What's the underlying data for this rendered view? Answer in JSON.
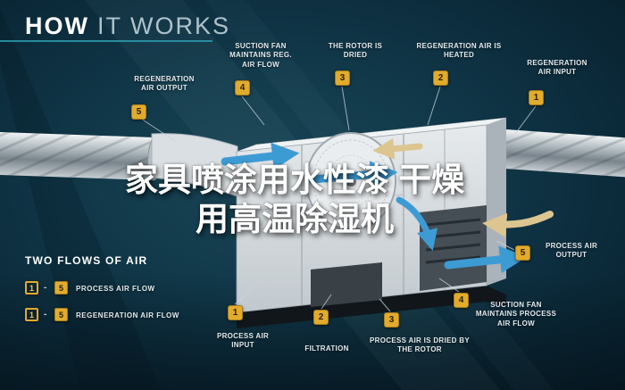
{
  "title": {
    "bold": "HOW",
    "light": "IT WORKS"
  },
  "overlay_title": {
    "line1": "家具喷涂用水性漆 干燥",
    "line2": "用高温除湿机"
  },
  "callouts_top": [
    {
      "num": "5",
      "label": "REGENERATION AIR OUTPUT"
    },
    {
      "num": "4",
      "label": "SUCTION FAN MAINTAINS REG. AIR FLOW"
    },
    {
      "num": "3",
      "label": "THE ROTOR IS DRIED"
    },
    {
      "num": "2",
      "label": "REGENERATION AIR IS HEATED"
    },
    {
      "num": "1",
      "label": "REGENERATION AIR INPUT"
    }
  ],
  "callouts_bottom": [
    {
      "num": "1",
      "label": "PROCESS AIR INPUT"
    },
    {
      "num": "2",
      "label": "FILTRATION"
    },
    {
      "num": "3",
      "label": "PROCESS AIR IS DRIED BY THE ROTOR"
    },
    {
      "num": "4",
      "label": "SUCTION FAN MAINTAINS PROCESS AIR FLOW"
    },
    {
      "num": "5",
      "label": "PROCESS AIR OUTPUT"
    }
  ],
  "legend": {
    "heading": "TWO FLOWS OF AIR",
    "rows": [
      {
        "from": "1",
        "separator": "-",
        "to": "5",
        "label": "PROCESS AIR FLOW"
      },
      {
        "from": "1",
        "separator": "-",
        "to": "5",
        "label": "REGENERATION AIR FLOW"
      }
    ]
  },
  "colors": {
    "background": "#0d2a38",
    "accent_teal": "#2b9bb0",
    "badge_bg": "#e2ab2d",
    "badge_text": "#2a1f06",
    "label_text": "#e3ebee",
    "process_air_arrow": "#3d9bd4",
    "regeneration_air_arrow": "#dcc58f"
  }
}
